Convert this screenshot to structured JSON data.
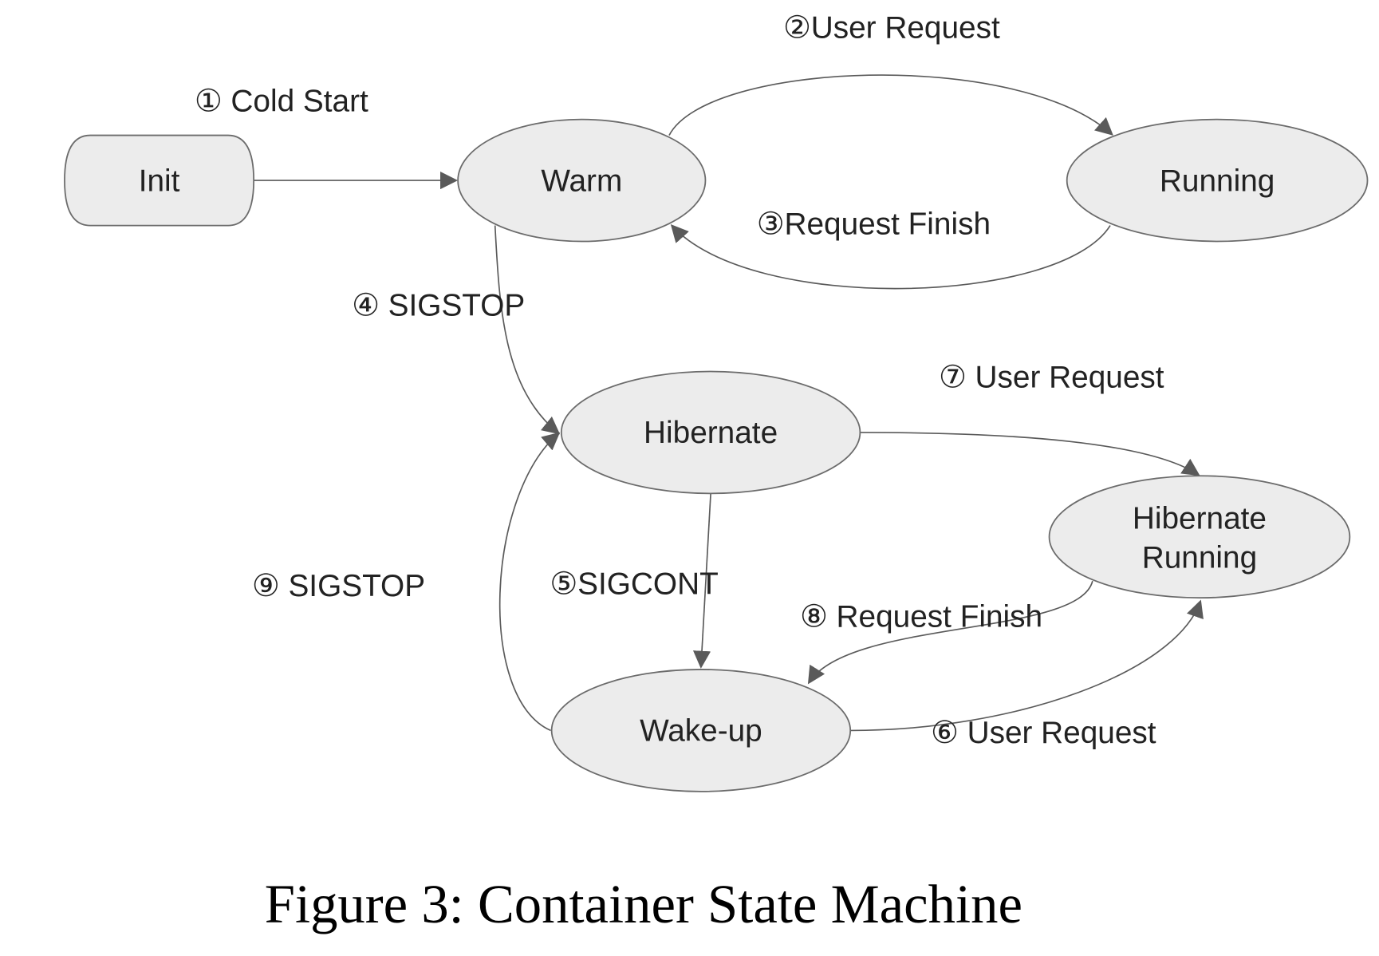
{
  "diagram": {
    "title": "Container State Machine",
    "caption": "Figure 3: Container State Machine",
    "states": [
      {
        "id": "init",
        "label": "Init",
        "shape": "rounded-rect"
      },
      {
        "id": "warm",
        "label": "Warm",
        "shape": "ellipse"
      },
      {
        "id": "running",
        "label": "Running",
        "shape": "ellipse"
      },
      {
        "id": "hibernate",
        "label": "Hibernate",
        "shape": "ellipse"
      },
      {
        "id": "hibernate_running",
        "label_line1": "Hibernate",
        "label_line2": "Running",
        "shape": "ellipse"
      },
      {
        "id": "wakeup",
        "label": "Wake-up",
        "shape": "ellipse"
      }
    ],
    "transitions": [
      {
        "step": 1,
        "label": "① Cold Start",
        "from": "init",
        "to": "warm"
      },
      {
        "step": 2,
        "label": "②User Request",
        "from": "warm",
        "to": "running"
      },
      {
        "step": 3,
        "label": "③Request Finish",
        "from": "running",
        "to": "warm"
      },
      {
        "step": 4,
        "label": "④ SIGSTOP",
        "from": "warm",
        "to": "hibernate"
      },
      {
        "step": 5,
        "label": "⑤SIGCONT",
        "from": "hibernate",
        "to": "wakeup"
      },
      {
        "step": 6,
        "label": "⑥ User Request",
        "from": "wakeup",
        "to": "hibernate_running"
      },
      {
        "step": 7,
        "label": "⑦ User Request",
        "from": "hibernate",
        "to": "hibernate_running"
      },
      {
        "step": 8,
        "label": "⑧ Request Finish",
        "from": "hibernate_running",
        "to": "wakeup"
      },
      {
        "step": 9,
        "label": "⑨ SIGSTOP",
        "from": "wakeup",
        "to": "hibernate"
      }
    ],
    "colors": {
      "node_fill": "#ececec",
      "node_stroke": "#6b6b6b",
      "edge": "#5a5a5a"
    }
  }
}
